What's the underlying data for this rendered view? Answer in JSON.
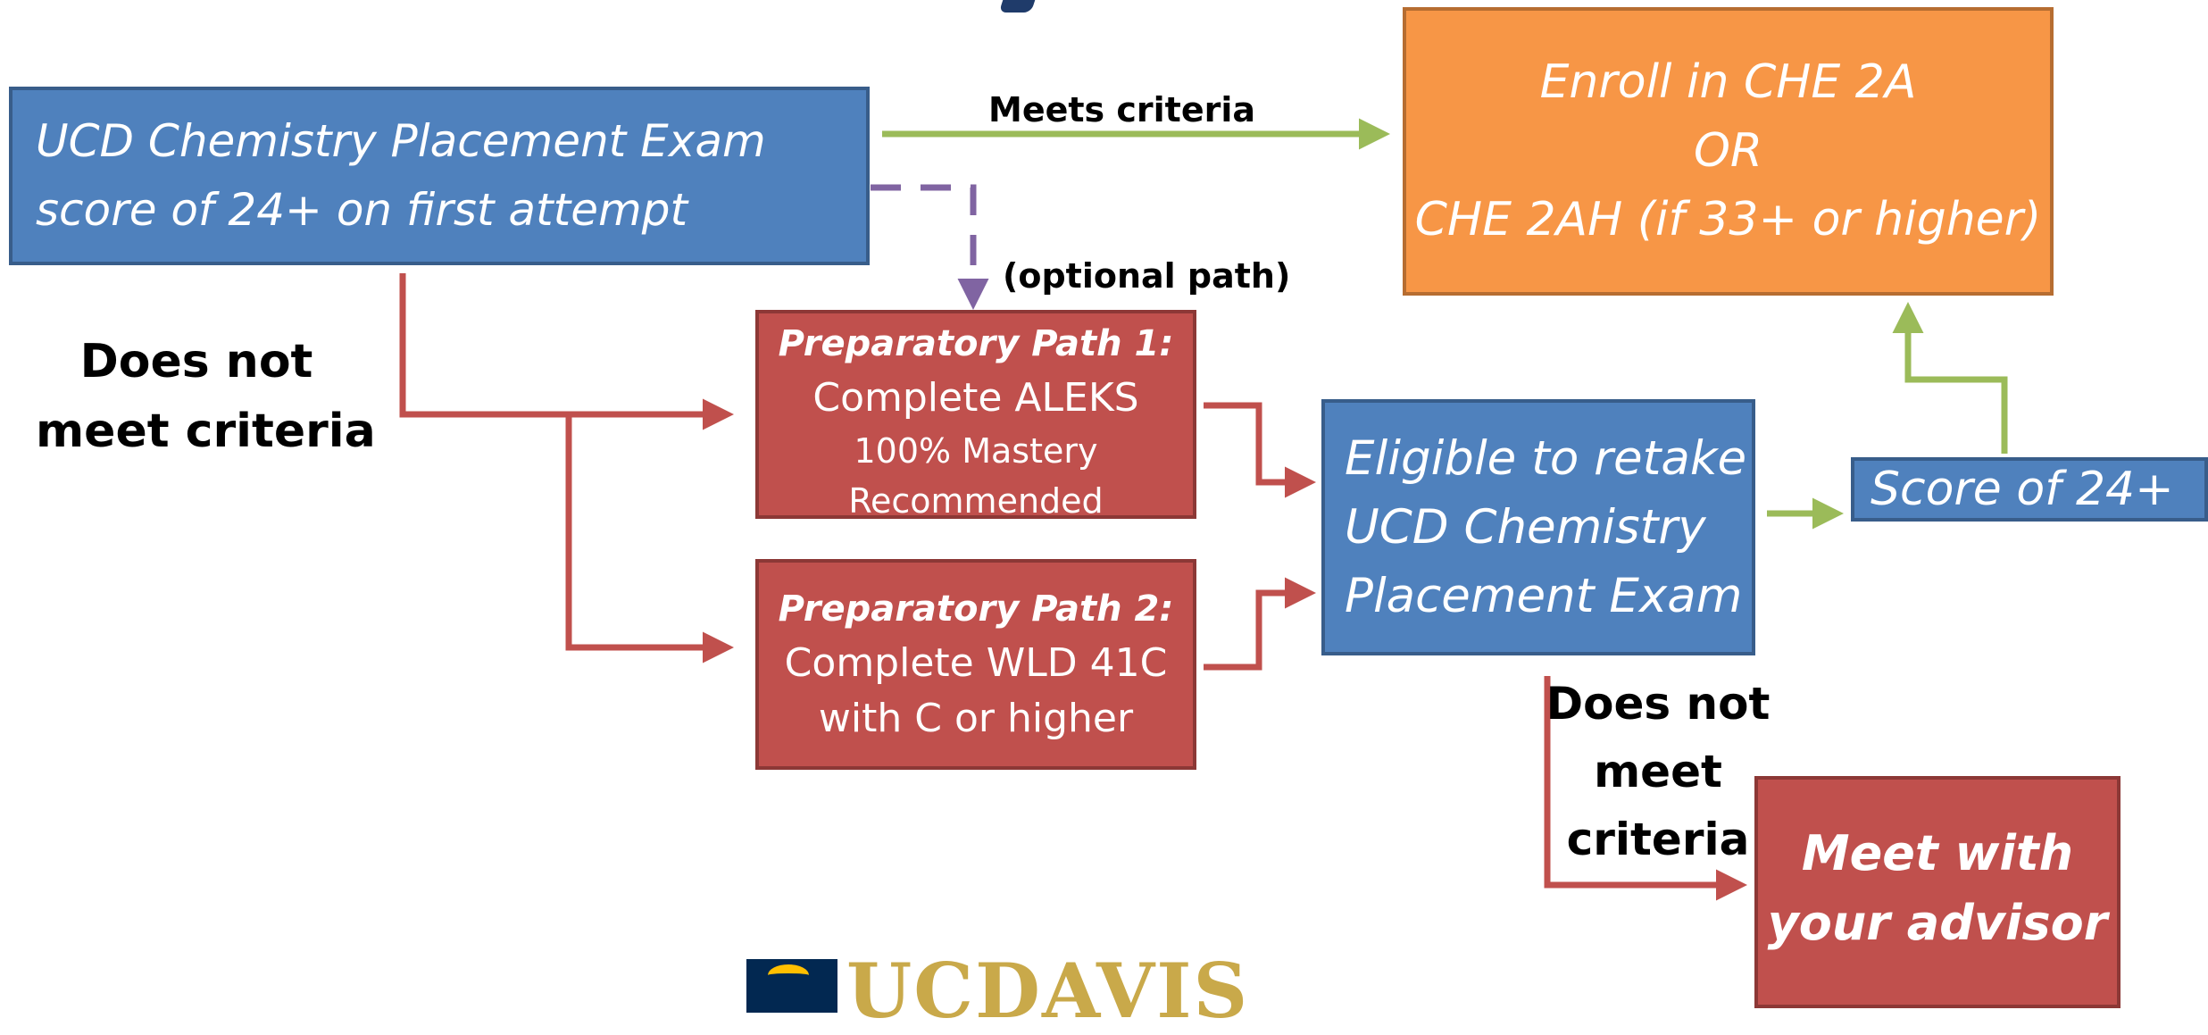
{
  "colors": {
    "box_blue": "#4f81bd",
    "box_red": "#c0504d",
    "box_orange": "#f79646",
    "arrow_green": "#9bbb59",
    "arrow_red": "#c0504d",
    "arrow_purple": "#8064a2"
  },
  "nodes": {
    "placement_exam": {
      "line1": "UCD Chemistry Placement Exam",
      "line2": "score of 24+ on first attempt"
    },
    "enroll": {
      "line1": "Enroll in CHE 2A",
      "line2": "OR",
      "line3": "CHE 2AH (if 33+ or higher)"
    },
    "path1": {
      "title": "Preparatory Path 1:",
      "line1": "Complete ALEKS",
      "line2": "100% Mastery",
      "line3": "Recommended"
    },
    "path2": {
      "title": "Preparatory Path 2:",
      "line1": "Complete WLD 41C",
      "line2": "with C or higher"
    },
    "retake": {
      "line1": "Eligible to retake",
      "line2": "UCD Chemistry",
      "line3": "Placement Exam"
    },
    "score": {
      "text": "Score of 24+"
    },
    "advisor": {
      "line1": "Meet with",
      "line2": "your advisor"
    }
  },
  "edge_labels": {
    "meets_criteria": "Meets criteria",
    "optional_path": "(optional path)",
    "does_not_meet_1": {
      "line1": "Does not",
      "line2": "meet criteria"
    },
    "does_not_meet_2": {
      "line1": "Does not",
      "line2": "meet",
      "line3": "criteria"
    }
  },
  "logo": {
    "text": "UCDAVIS"
  }
}
